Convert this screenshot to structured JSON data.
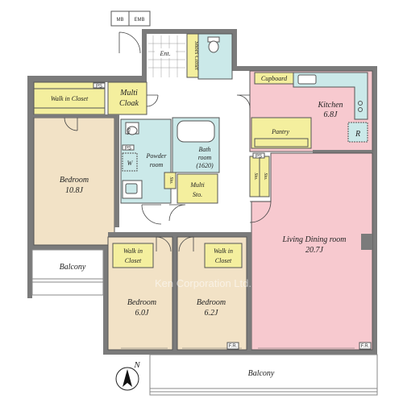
{
  "watermark": "Ken Corporation Ltd.",
  "compass": "N",
  "colors": {
    "bedroom": "#f2e2c6",
    "living": "#f7c9cf",
    "kitchen": "#f7c9cf",
    "closet": "#f4ef9e",
    "wet": "#cbe9e9",
    "wall": "#7b7b7b",
    "floor": "#ffffff"
  },
  "labels": {
    "mb": "MB",
    "emb": "EMB",
    "shoes_closet": "Shoes Closet",
    "ent": "Ent.",
    "cupboard": "Cupboard",
    "kitchen": "Kitchen",
    "kitchen_size": "6.8J",
    "r": "R",
    "pantry": "Pantry",
    "wic_top": "Walk in Closet",
    "ps1": "PS",
    "ps2": "PS",
    "ps3": "PS",
    "multi_cloak_1": "Multi",
    "multi_cloak_2": "Cloak",
    "bedroom_main": "Bedroom",
    "bedroom_main_size": "10.8J",
    "powder_1": "Powder",
    "powder_2": "room",
    "w": "W",
    "sto1": "Sto.",
    "sto2": "Sto.",
    "sto3": "Sto.",
    "sto4": "Sto.",
    "bath_1": "Bath",
    "bath_2": "room",
    "bath_3": "(1620)",
    "multi_sto_1": "Multi",
    "multi_sto_2": "Sto.",
    "living_dining": "Living Dining room",
    "living_size": "20.7J",
    "balcony_left": "Balcony",
    "wic_b2_1": "Walk in",
    "wic_b2_2": "Closet",
    "wic_b3_1": "Walk in",
    "wic_b3_2": "Closet",
    "bedroom2": "Bedroom",
    "bedroom2_size": "6.0J",
    "bedroom3": "Bedroom",
    "bedroom3_size": "6.2J",
    "balcony_bottom": "Balcony",
    "fr": "F.R."
  }
}
